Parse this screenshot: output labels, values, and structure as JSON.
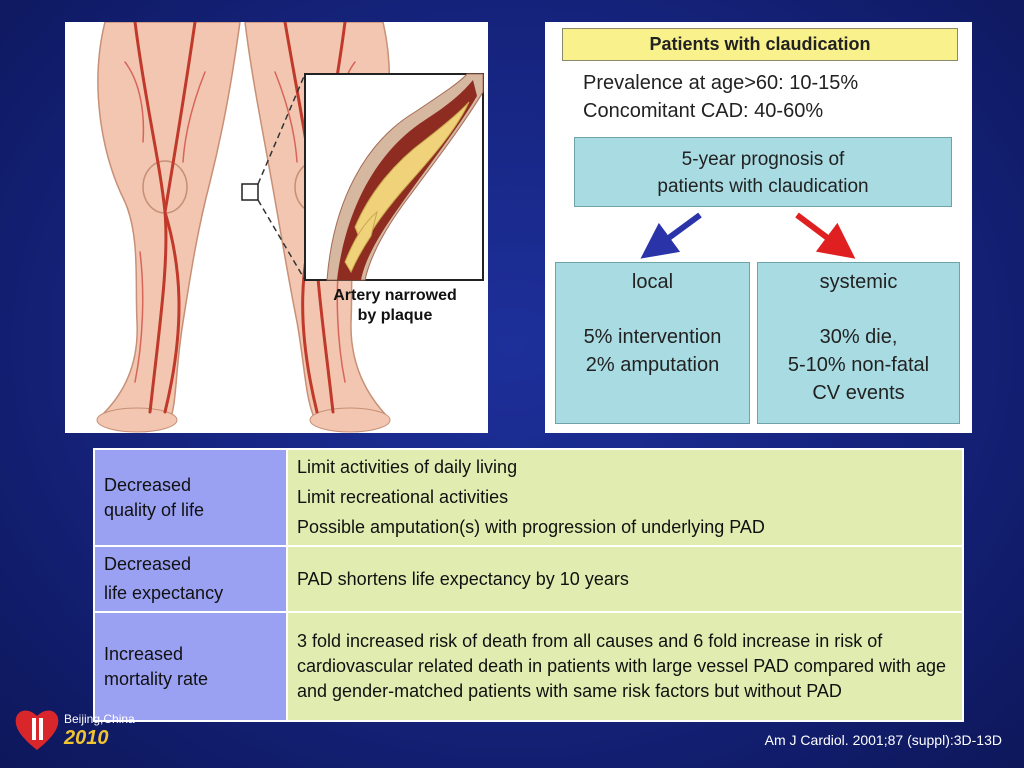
{
  "illustration": {
    "zoom_label_line1": "Artery narrowed",
    "zoom_label_line2": "by plaque"
  },
  "claudication": {
    "title": "Patients with claudication",
    "prevalence": "Prevalence at age>60: 10-15%",
    "cad": "Concomitant CAD: 40-60%",
    "prognosis_line1": "5-year prognosis of",
    "prognosis_line2": "patients with claudication",
    "local": {
      "head": "local",
      "line1": "5% intervention",
      "line2": "2% amputation"
    },
    "systemic": {
      "head": "systemic",
      "line1": "30% die,",
      "line2": "5-10% non-fatal",
      "line3": "CV events"
    },
    "colors": {
      "local_arrow": "#2a34a8",
      "systemic_arrow": "#e02020",
      "title_fill": "#f9f28c",
      "box_fill": "#a8dbe2"
    }
  },
  "table": {
    "rows": [
      {
        "label_line1": "Decreased",
        "label_line2": "quality of life",
        "lines": [
          "Limit activities of daily living",
          "Limit recreational activities",
          "Possible amputation(s) with progression of underlying PAD"
        ]
      },
      {
        "label_line1": "Decreased",
        "label_line2": "life expectancy",
        "text": "PAD shortens life expectancy by 10 years"
      },
      {
        "label_line1": "Increased",
        "label_line2": "mortality rate",
        "text": "3 fold increased risk of death from all causes and 6 fold increase in risk of cardiovascular related death in patients with large vessel PAD compared with age and gender-matched patients with same risk factors but without PAD"
      }
    ]
  },
  "citation": "Am J Cardiol. 2001;87 (suppl):3D-13D",
  "logo": {
    "city": "Beijing,China",
    "year": "2010"
  }
}
